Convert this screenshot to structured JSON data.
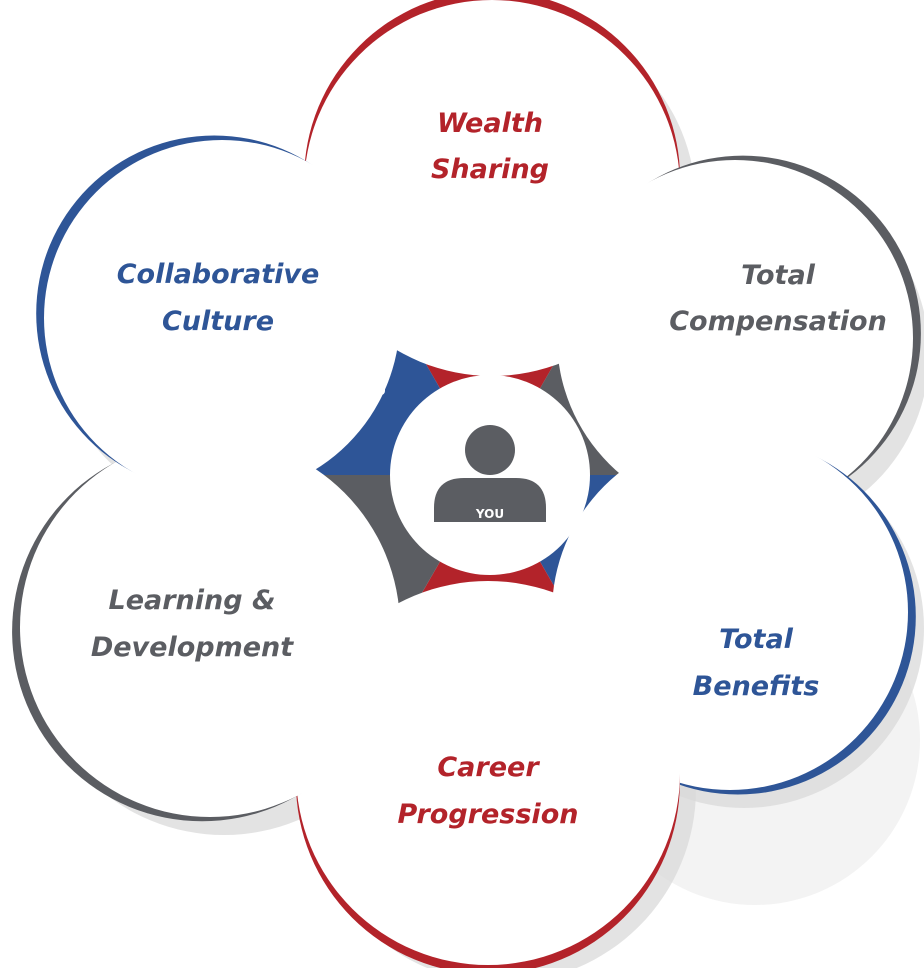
{
  "colors": {
    "red": "#b3232a",
    "blue": "#2e5597",
    "gray": "#5b5d62",
    "petal_fill": "#ffffff",
    "shadow": "#d9d9d9"
  },
  "center": {
    "label": "YOU",
    "icon": "person-icon"
  },
  "segments": [
    {
      "name": "wealth-sharing",
      "lines": [
        "Wealth",
        "Sharing"
      ],
      "color": "red",
      "icon": "hand-money-icon"
    },
    {
      "name": "total-compensation",
      "lines": [
        "Total",
        "Compensation"
      ],
      "color": "gray",
      "icon": "money-bag-icon"
    },
    {
      "name": "total-benefits",
      "lines": [
        "Total",
        "Benefits"
      ],
      "color": "blue",
      "icon": "health-hands-icon"
    },
    {
      "name": "career-progression",
      "lines": [
        "Career",
        "Progression"
      ],
      "color": "red",
      "icon": "growth-chart-icon"
    },
    {
      "name": "learning-development",
      "lines": [
        "Learning &",
        "Development"
      ],
      "color": "gray",
      "icon": "owl-books-icon"
    },
    {
      "name": "collaborative-culture",
      "lines": [
        "Collaborative",
        "Culture"
      ],
      "color": "blue",
      "icon": "teamwork-hands-icon"
    }
  ]
}
